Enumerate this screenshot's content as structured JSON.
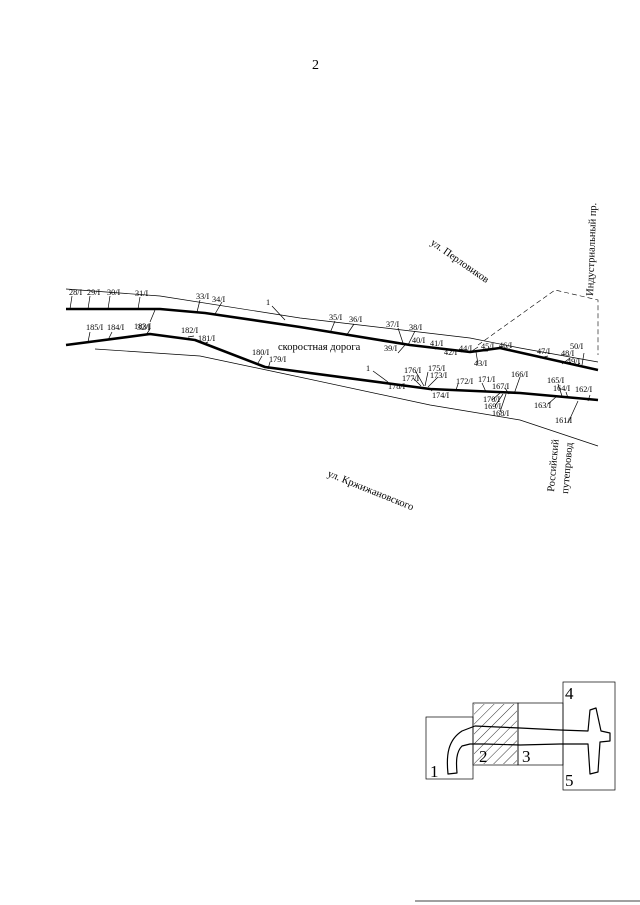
{
  "page": {
    "number": "2"
  },
  "diagram": {
    "streets": {
      "perelovnikov": "ул. Перловиков",
      "industrialny": "Индустриальный пр.",
      "krzhizhanovskogo": "ул. Кржижановского",
      "expressway": "скоростная дорога",
      "overpass_line1": "Российский",
      "overpass_line2": "путепровод"
    },
    "road_marker": "1",
    "upper_pickets": [
      "28/I",
      "29/I",
      "30/I",
      "31/I",
      "32/I",
      "33/I",
      "34/I",
      "35/I",
      "36/I",
      "37/I",
      "38/I",
      "39/I",
      "40/I",
      "41/I",
      "42/I",
      "43/I",
      "44/I",
      "45/I",
      "46/I",
      "47/I",
      "48/I",
      "49/I",
      "50/I"
    ],
    "lower_pickets": [
      "185/I",
      "184/I",
      "183/I",
      "182/I",
      "181/I",
      "180/I",
      "179/I",
      "178/I",
      "177/I",
      "176/I",
      "175/I",
      "174/I",
      "173/I",
      "172/I",
      "171/I",
      "170/I",
      "169/I",
      "168/I",
      "167/I",
      "166/I",
      "165/I",
      "164/I",
      "163/I",
      "162/I",
      "161/I"
    ]
  },
  "key_map": {
    "sheets": [
      "1",
      "2",
      "3",
      "4",
      "5"
    ]
  }
}
